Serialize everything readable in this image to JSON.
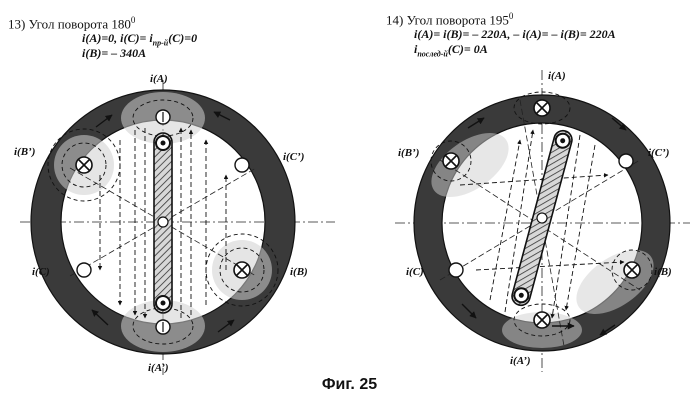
{
  "left": {
    "heading": "13)  Угол поворота 180",
    "heading_sup": "0",
    "line1": "i(A)=0, i(C)= i",
    "line1_sub": "пр-й",
    "line1_tail": "(C)=0",
    "line2": "i(B)= – 340A",
    "labels": {
      "A": "i(A)",
      "Aprime": "i(A’)",
      "B": "i(B)",
      "Bprime": "i(B’)",
      "C": "i(C)",
      "Cprime": "i(C’)"
    }
  },
  "right": {
    "heading": "14)  Угол поворота 195",
    "heading_sup": "0",
    "line1": "i(A)= i(B)= – 220A,  – i(A)= – i(B)= 220A",
    "line2": "i",
    "line2_sub": "послед-й",
    "line2_tail": "(C)= 0A",
    "labels": {
      "A": "i(A)",
      "Aprime": "i(A’)",
      "B": "i(B)",
      "Bprime": "i(B’)",
      "C": "i(C)",
      "Cprime": "i(C’)"
    }
  },
  "figure_title": "Фиг. 25"
}
